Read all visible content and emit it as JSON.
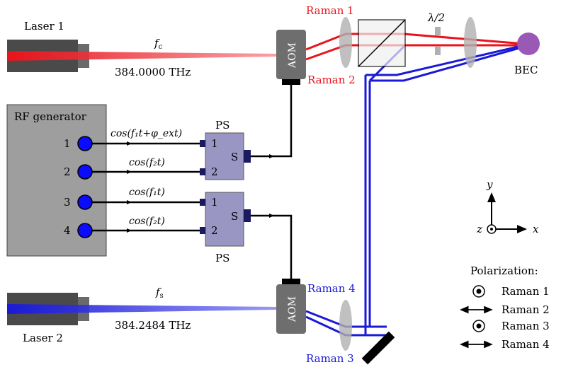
{
  "laser1": {
    "label": "Laser 1",
    "freq_symbol": "f",
    "freq_sub": "c",
    "freq_value": "384.0000 THz"
  },
  "laser2": {
    "label": "Laser 2",
    "freq_symbol": "f",
    "freq_sub": "s",
    "freq_value": "384.2484 THz"
  },
  "aom": {
    "label": "AOM"
  },
  "raman": {
    "r1": "Raman 1",
    "r2": "Raman 2",
    "r3": "Raman 3",
    "r4": "Raman 4"
  },
  "waveplate": "λ/2",
  "bec": "BEC",
  "rf_generator": {
    "title": "RF generator",
    "ports": [
      "1",
      "2",
      "3",
      "4"
    ]
  },
  "signals": {
    "s1": "cos(f₁t+φ_ext)",
    "s2": "cos(f₂t)",
    "s3": "cos(f₁t)",
    "s4": "cos(f₂t)"
  },
  "ps": {
    "label": "PS",
    "in1": "1",
    "in2": "2",
    "out": "S"
  },
  "axes": {
    "x": "x",
    "y": "y",
    "z": "z"
  },
  "polarization": {
    "title": "Polarization:",
    "items": [
      {
        "symbol": "dot-circle-icon",
        "label": "Raman 1"
      },
      {
        "symbol": "double-arrow-icon",
        "label": "Raman 2"
      },
      {
        "symbol": "dot-circle-icon",
        "label": "Raman 3"
      },
      {
        "symbol": "double-arrow-icon",
        "label": "Raman 4"
      }
    ]
  },
  "colors": {
    "red": "#e8141c",
    "blue": "#1a1ad6",
    "aom": "#6e6e6e",
    "ps": "#9a96c4",
    "rf": "#9e9e9e",
    "bec": "#9b59b6"
  }
}
